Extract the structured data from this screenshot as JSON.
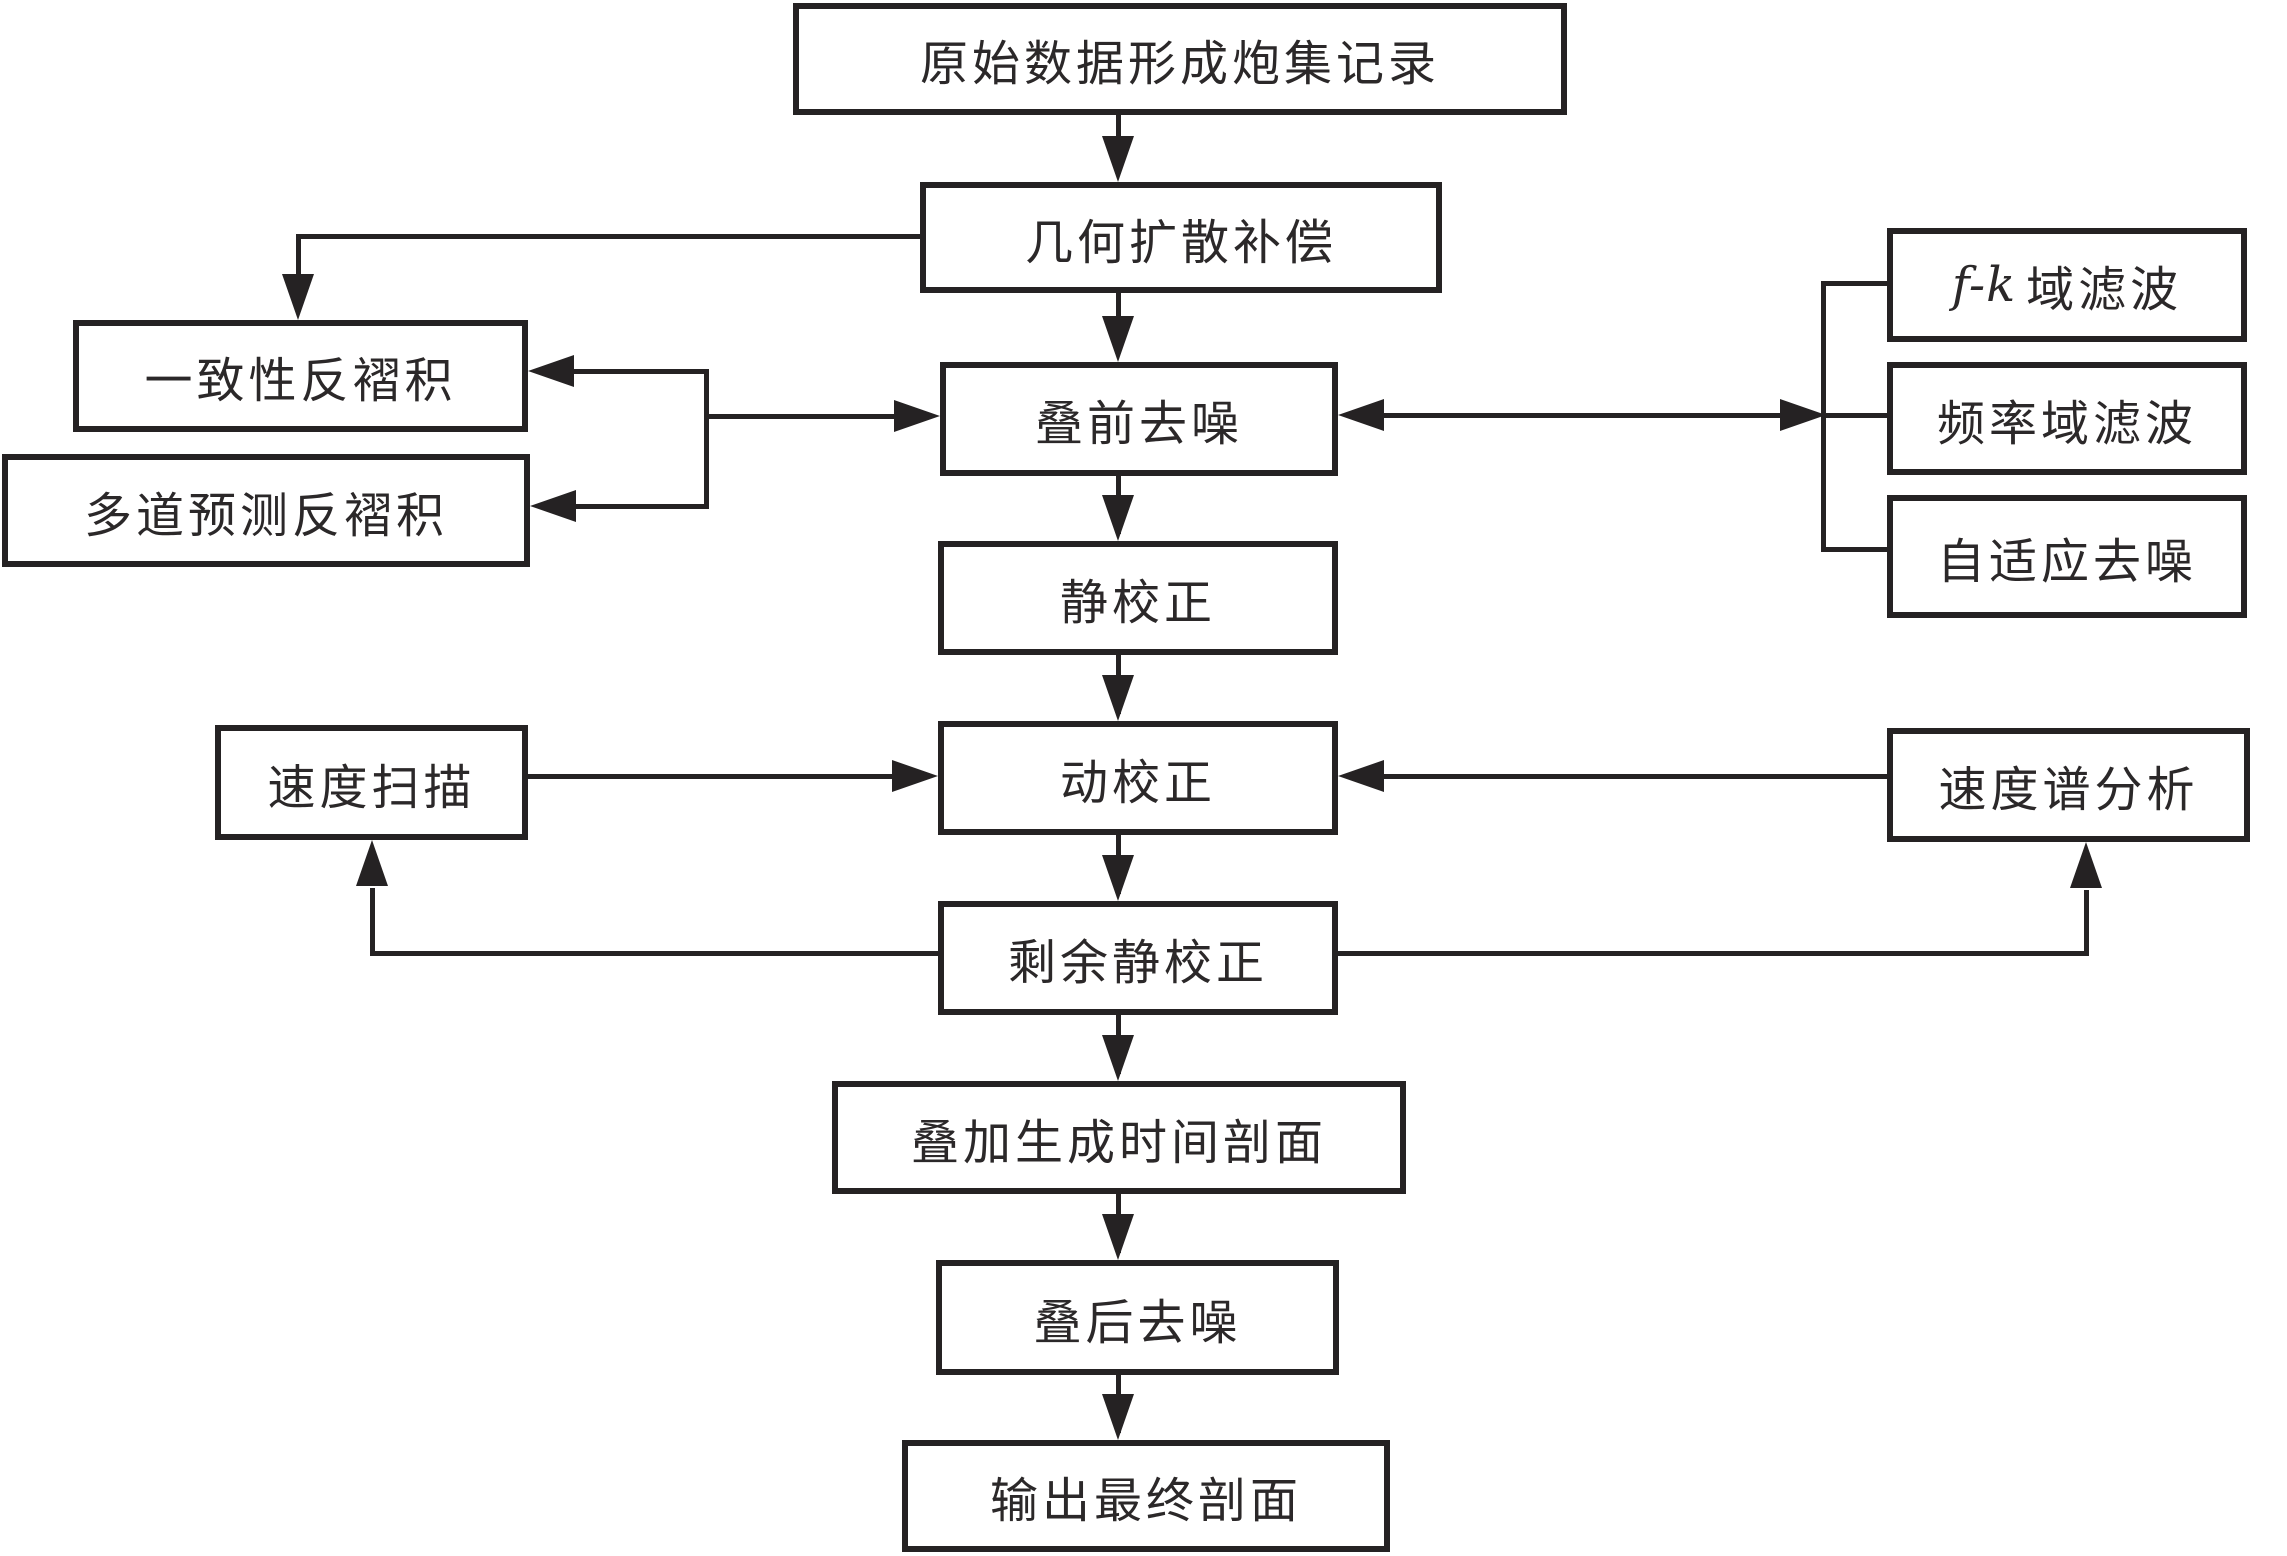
{
  "diagram": {
    "type": "flowchart",
    "colors": {
      "line": "#252223",
      "text": "#2b2829",
      "background": "#ffffff"
    },
    "nodes": {
      "raw": {
        "label": "原始数据形成炮集记录"
      },
      "geo": {
        "label": "几何扩散补偿"
      },
      "cons": {
        "label": "一致性反褶积"
      },
      "multi": {
        "label": "多道预测反褶积"
      },
      "prestack": {
        "label": "叠前去噪"
      },
      "fk": {
        "label_italic": "f-k",
        "label_rest": "域滤波"
      },
      "freq": {
        "label": "频率域滤波"
      },
      "adapt": {
        "label": "自适应去噪"
      },
      "static": {
        "label": "静校正"
      },
      "nmo": {
        "label": "动校正"
      },
      "vscan": {
        "label": "速度扫描"
      },
      "vspec": {
        "label": "速度谱分析"
      },
      "residual": {
        "label": "剩余静校正"
      },
      "stack": {
        "label": "叠加生成时间剖面"
      },
      "poststack": {
        "label": "叠后去噪"
      },
      "output": {
        "label": "输出最终剖面"
      }
    },
    "edges": [
      {
        "from": "raw",
        "to": "geo",
        "style": "arrow-down"
      },
      {
        "from": "geo",
        "to": "cons",
        "style": "elbow-left-down-arrow"
      },
      {
        "from": "geo",
        "to": "prestack",
        "style": "arrow-down"
      },
      {
        "from": "prestack-hub",
        "to": "cons",
        "style": "arrow-left"
      },
      {
        "from": "prestack-hub",
        "to": "multi",
        "style": "arrow-left"
      },
      {
        "from": "prestack-hub",
        "to": "prestack",
        "style": "arrow-right"
      },
      {
        "from": "prestack",
        "to": "filter-group",
        "style": "double-headed-horizontal"
      },
      {
        "from": "filter-bracket",
        "to": "fk",
        "style": "stub"
      },
      {
        "from": "filter-bracket",
        "to": "freq",
        "style": "stub"
      },
      {
        "from": "filter-bracket",
        "to": "adapt",
        "style": "stub"
      },
      {
        "from": "prestack",
        "to": "static",
        "style": "arrow-down"
      },
      {
        "from": "static",
        "to": "nmo",
        "style": "arrow-down"
      },
      {
        "from": "vscan",
        "to": "nmo",
        "style": "arrow-right"
      },
      {
        "from": "vspec",
        "to": "nmo",
        "style": "arrow-left"
      },
      {
        "from": "nmo",
        "to": "residual",
        "style": "arrow-down"
      },
      {
        "from": "residual",
        "to": "vscan",
        "style": "elbow-up-arrow"
      },
      {
        "from": "residual",
        "to": "vspec",
        "style": "elbow-up-arrow"
      },
      {
        "from": "residual",
        "to": "stack",
        "style": "arrow-down"
      },
      {
        "from": "stack",
        "to": "poststack",
        "style": "arrow-down"
      },
      {
        "from": "poststack",
        "to": "output",
        "style": "arrow-down"
      }
    ]
  }
}
